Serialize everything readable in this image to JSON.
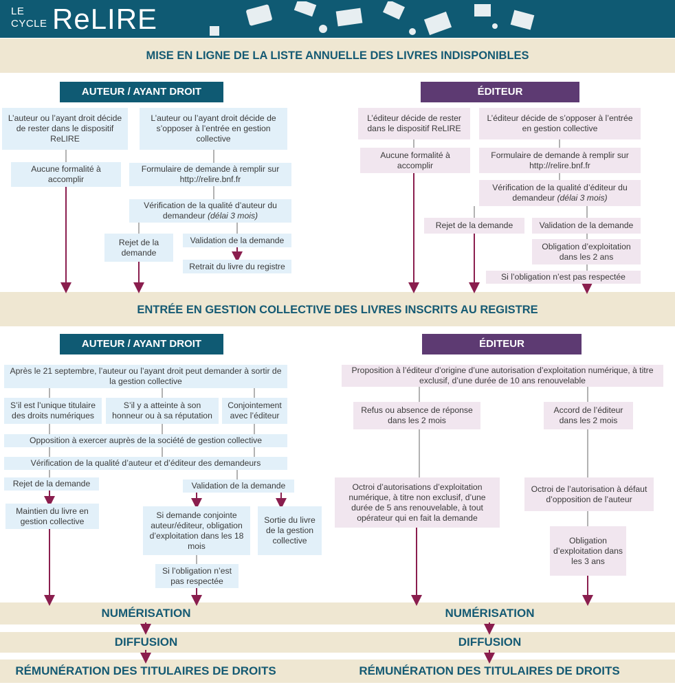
{
  "logo": {
    "small_line1": "LE",
    "small_line2": "CYCLE",
    "big": "ReLIRE"
  },
  "sections": {
    "s1_title": "MISE EN LIGNE DE LA LISTE ANNUELLE DES LIVRES INDISPONIBLES",
    "s2_title": "ENTRÉE EN GESTION COLLECTIVE DES LIVRES INSCRITS AU REGISTRE"
  },
  "categories": {
    "author": "AUTEUR / AYANT DROIT",
    "editor": "ÉDITEUR"
  },
  "s1_author": {
    "stay": "L’auteur ou l’ayant droit décide de rester dans le dispositif ReLIRE",
    "no_formality": "Aucune formalité à accomplir",
    "oppose": "L’auteur ou l’ayant droit décide de s’opposer à l’entrée en gestion collective",
    "form": "Formulaire de demande à remplir sur http://relire.bnf.fr",
    "verify": "Vérification de la qualité d’auteur du demandeur",
    "verify_delay": "(délai 3 mois)",
    "reject": "Rejet de la demande",
    "validate": "Validation de la demande",
    "withdraw": "Retrait du livre du registre"
  },
  "s1_editor": {
    "stay": "L’éditeur décide de rester dans le dispositif ReLIRE",
    "no_formality": "Aucune formalité à accomplir",
    "oppose": "L’éditeur décide de s’opposer à l’entrée en gestion collective",
    "form": "Formulaire de demande à remplir sur http://relire.bnf.fr",
    "verify": "Vérification de la qualité d’éditeur du demandeur",
    "verify_delay": "(délai 3 mois)",
    "reject": "Rejet de la demande",
    "validate": "Validation de la demande",
    "obligation": "Obligation d’exploitation dans les 2 ans",
    "not_respected": "Si l’obligation n’est pas respectée"
  },
  "s2_author": {
    "after": "Après le 21 septembre, l’auteur ou l’ayant droit peut demander à sortir de la gestion collective",
    "case1": "S’il est l’unique titulaire des droits numériques",
    "case2": "S’il y a atteinte à son honneur ou à sa réputation",
    "case3": "Conjointement avec l’éditeur",
    "opposition": "Opposition à exercer auprès de la société de gestion collective",
    "verify": "Vérification de la qualité d’auteur et d’éditeur des demandeurs",
    "reject": "Rejet  de la demande",
    "validate": "Validation de la demande",
    "maintain": "Maintien du livre en gestion collective",
    "joint": "Si demande conjointe auteur/éditeur, obligation d’exploitation dans les 18 mois",
    "exit": "Sortie du livre de la gestion collective",
    "not_respected": "Si l’obligation n’est pas respectée"
  },
  "s2_editor": {
    "proposal": "Proposition à l’éditeur d’origine d’une autorisation d’exploitation numérique, à titre exclusif, d’une durée de 10 ans renouvelable",
    "refusal": "Refus ou absence de réponse dans les 2 mois",
    "accord": "Accord de l’éditeur dans les 2 mois",
    "grant_nonexcl": "Octroi d’autorisations d’exploitation numérique, à titre non exclusif, d’une durée de 5 ans renouvelable, à tout opérateur qui en fait la demande",
    "grant_default": "Octroi de l’autorisation à défaut d’opposition de l’auteur",
    "obligation": "Obligation d’exploitation dans les 3 ans"
  },
  "steps": {
    "numerisation": "NUMÉRISATION",
    "diffusion": "DIFFUSION",
    "remuneration": "RÉMUNÉRATION DES TITULAIRES DE DROITS"
  },
  "colors": {
    "header": "#0f5a73",
    "author": "#0f5a73",
    "editor": "#5d3a72",
    "band": "#efe7d2",
    "arrow": "#8a1e4e"
  }
}
